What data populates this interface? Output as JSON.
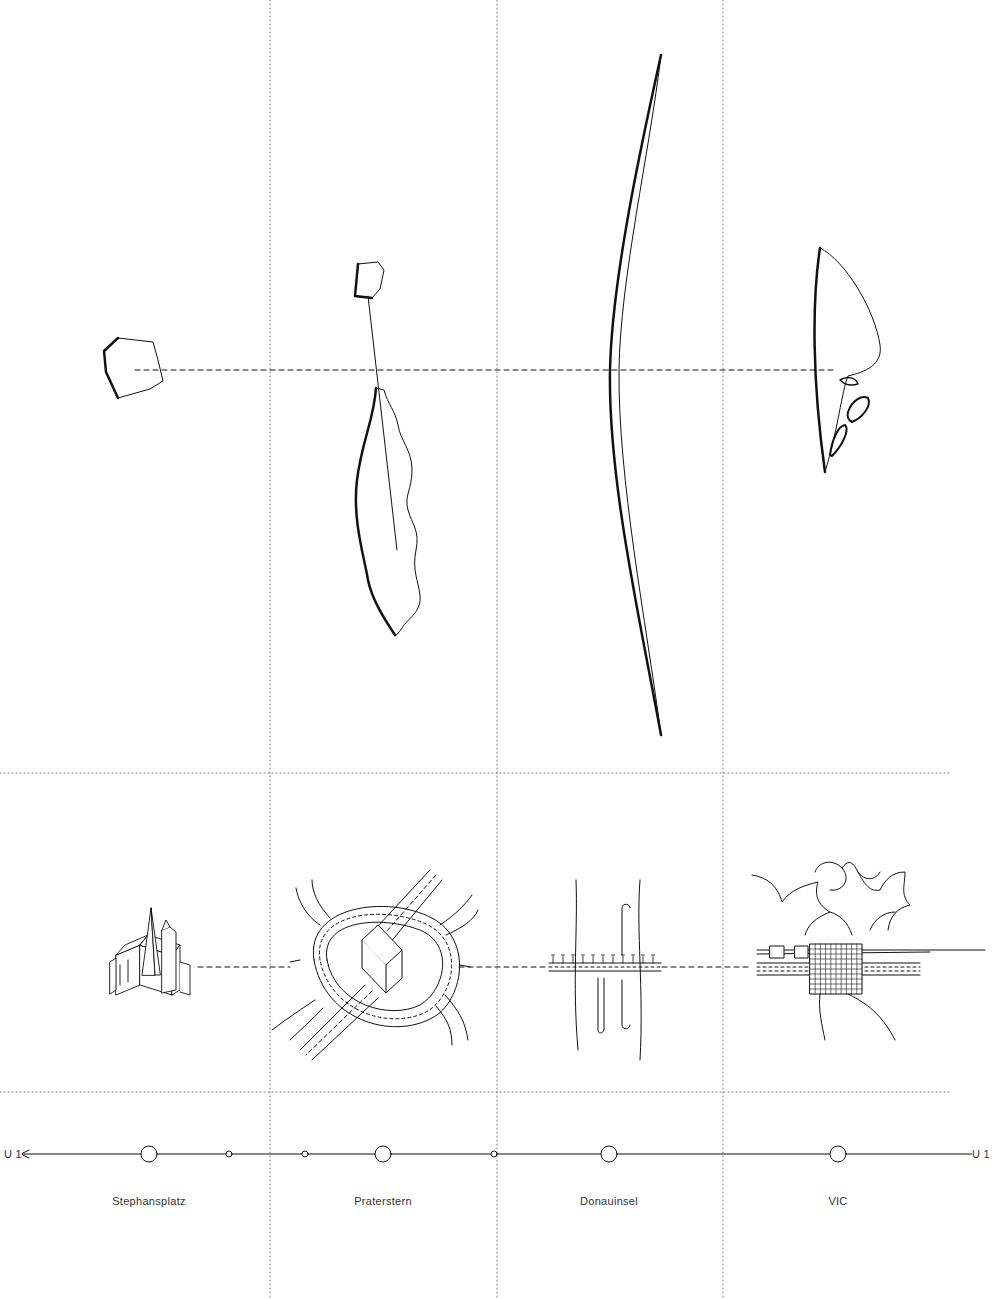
{
  "diagram": {
    "labels": [
      "U 1",
      "Stephansplatz",
      "Praterstern",
      "Donauinsel",
      "VIC",
      "U 1"
    ]
  }
}
